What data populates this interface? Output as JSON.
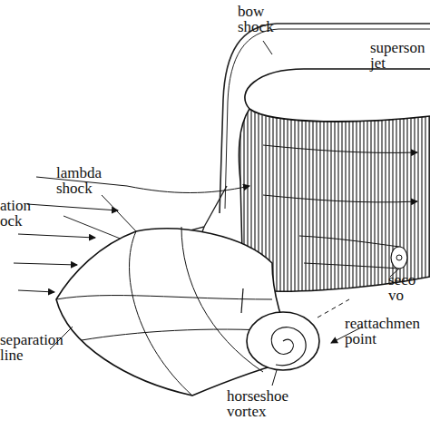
{
  "diagram": {
    "labels": [
      "bow shock",
      "superson jet",
      "lambda shock",
      "ation ock",
      "seco vo",
      "separation line",
      "reattachmen point",
      "horseshoe vortex"
    ]
  }
}
